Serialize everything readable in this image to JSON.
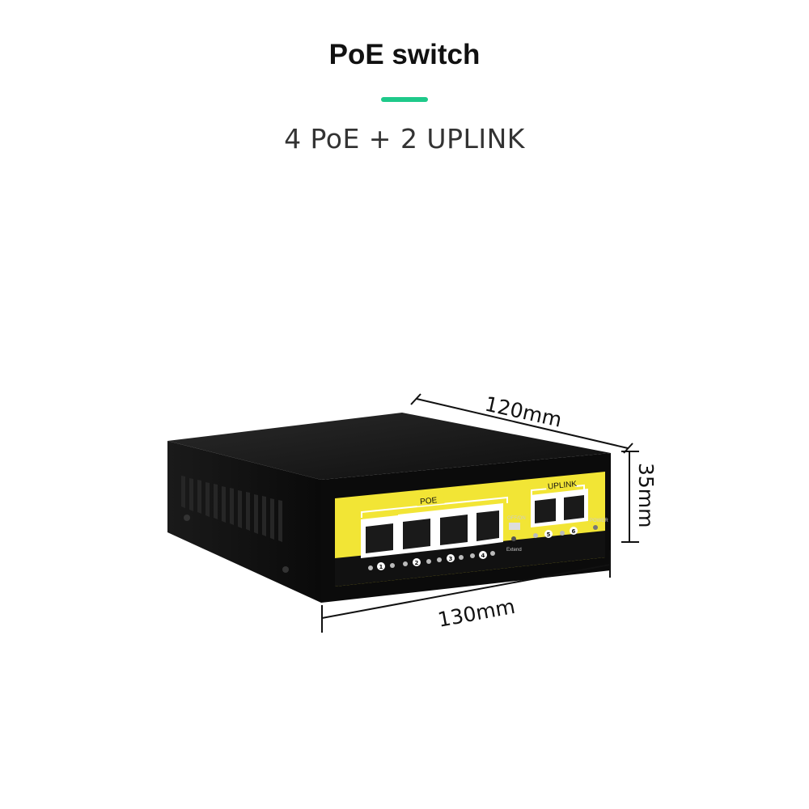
{
  "header": {
    "title": "PoE switch",
    "subtitle": "4 PoE + 2 UPLINK",
    "accent_color": "#1ec98a"
  },
  "device": {
    "poe_group_label": "POE",
    "uplink_group_label": "UPLINK",
    "switch_label": "OFF/ON",
    "extend_label": "Extend",
    "power_label": "POWER",
    "poe_ports": [
      "1",
      "2",
      "3",
      "4"
    ],
    "uplink_ports": [
      "5",
      "6"
    ],
    "panel_color": "#f2e535",
    "body_color": "#111111"
  },
  "dimensions": {
    "depth": "120mm",
    "height": "35mm",
    "width": "130mm"
  }
}
